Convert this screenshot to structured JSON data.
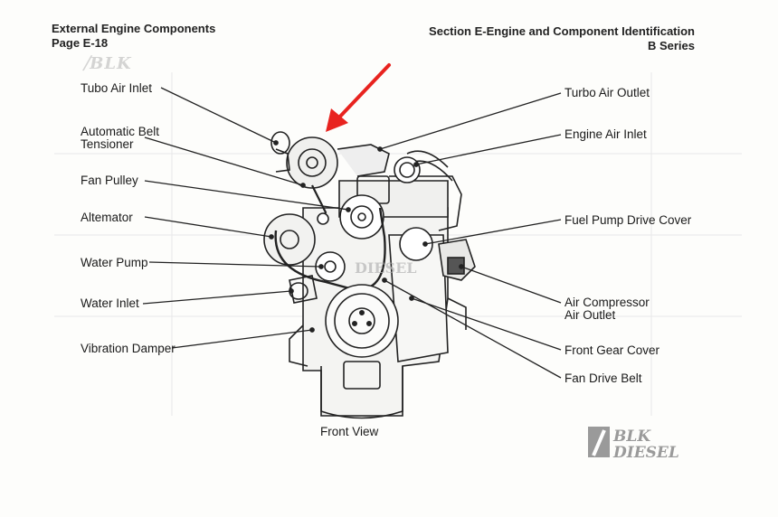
{
  "header": {
    "left_title": "External Engine Components",
    "left_page": "Page E-18",
    "right_title": "Section E-Engine and Component Identification",
    "right_series": "B Series"
  },
  "labels": {
    "turbo_air_inlet": "Tubo Air Inlet",
    "belt_tensioner_1": "Automatic Belt",
    "belt_tensioner_2": "Tensioner",
    "fan_pulley": "Fan Pulley",
    "alternator": "Altemator",
    "water_pump": "Water Pump",
    "water_inlet": "Water Inlet",
    "vibration_damper": "Vibration Damper",
    "turbo_air_outlet": "Turbo Air Outlet",
    "engine_air_inlet": "Engine Air Inlet",
    "fuel_pump_drive_cover": "Fuel Pump Drive Cover",
    "air_compressor_1": "Air Compressor",
    "air_compressor_2": "Air Outlet",
    "front_gear_cover": "Front Gear Cover",
    "fan_drive_belt": "Fan Drive Belt"
  },
  "caption": "Front View",
  "watermark": {
    "line1": "BLK",
    "line2": "DIESEL"
  },
  "colors": {
    "arrow": "#e8231f",
    "ink": "#222222"
  }
}
